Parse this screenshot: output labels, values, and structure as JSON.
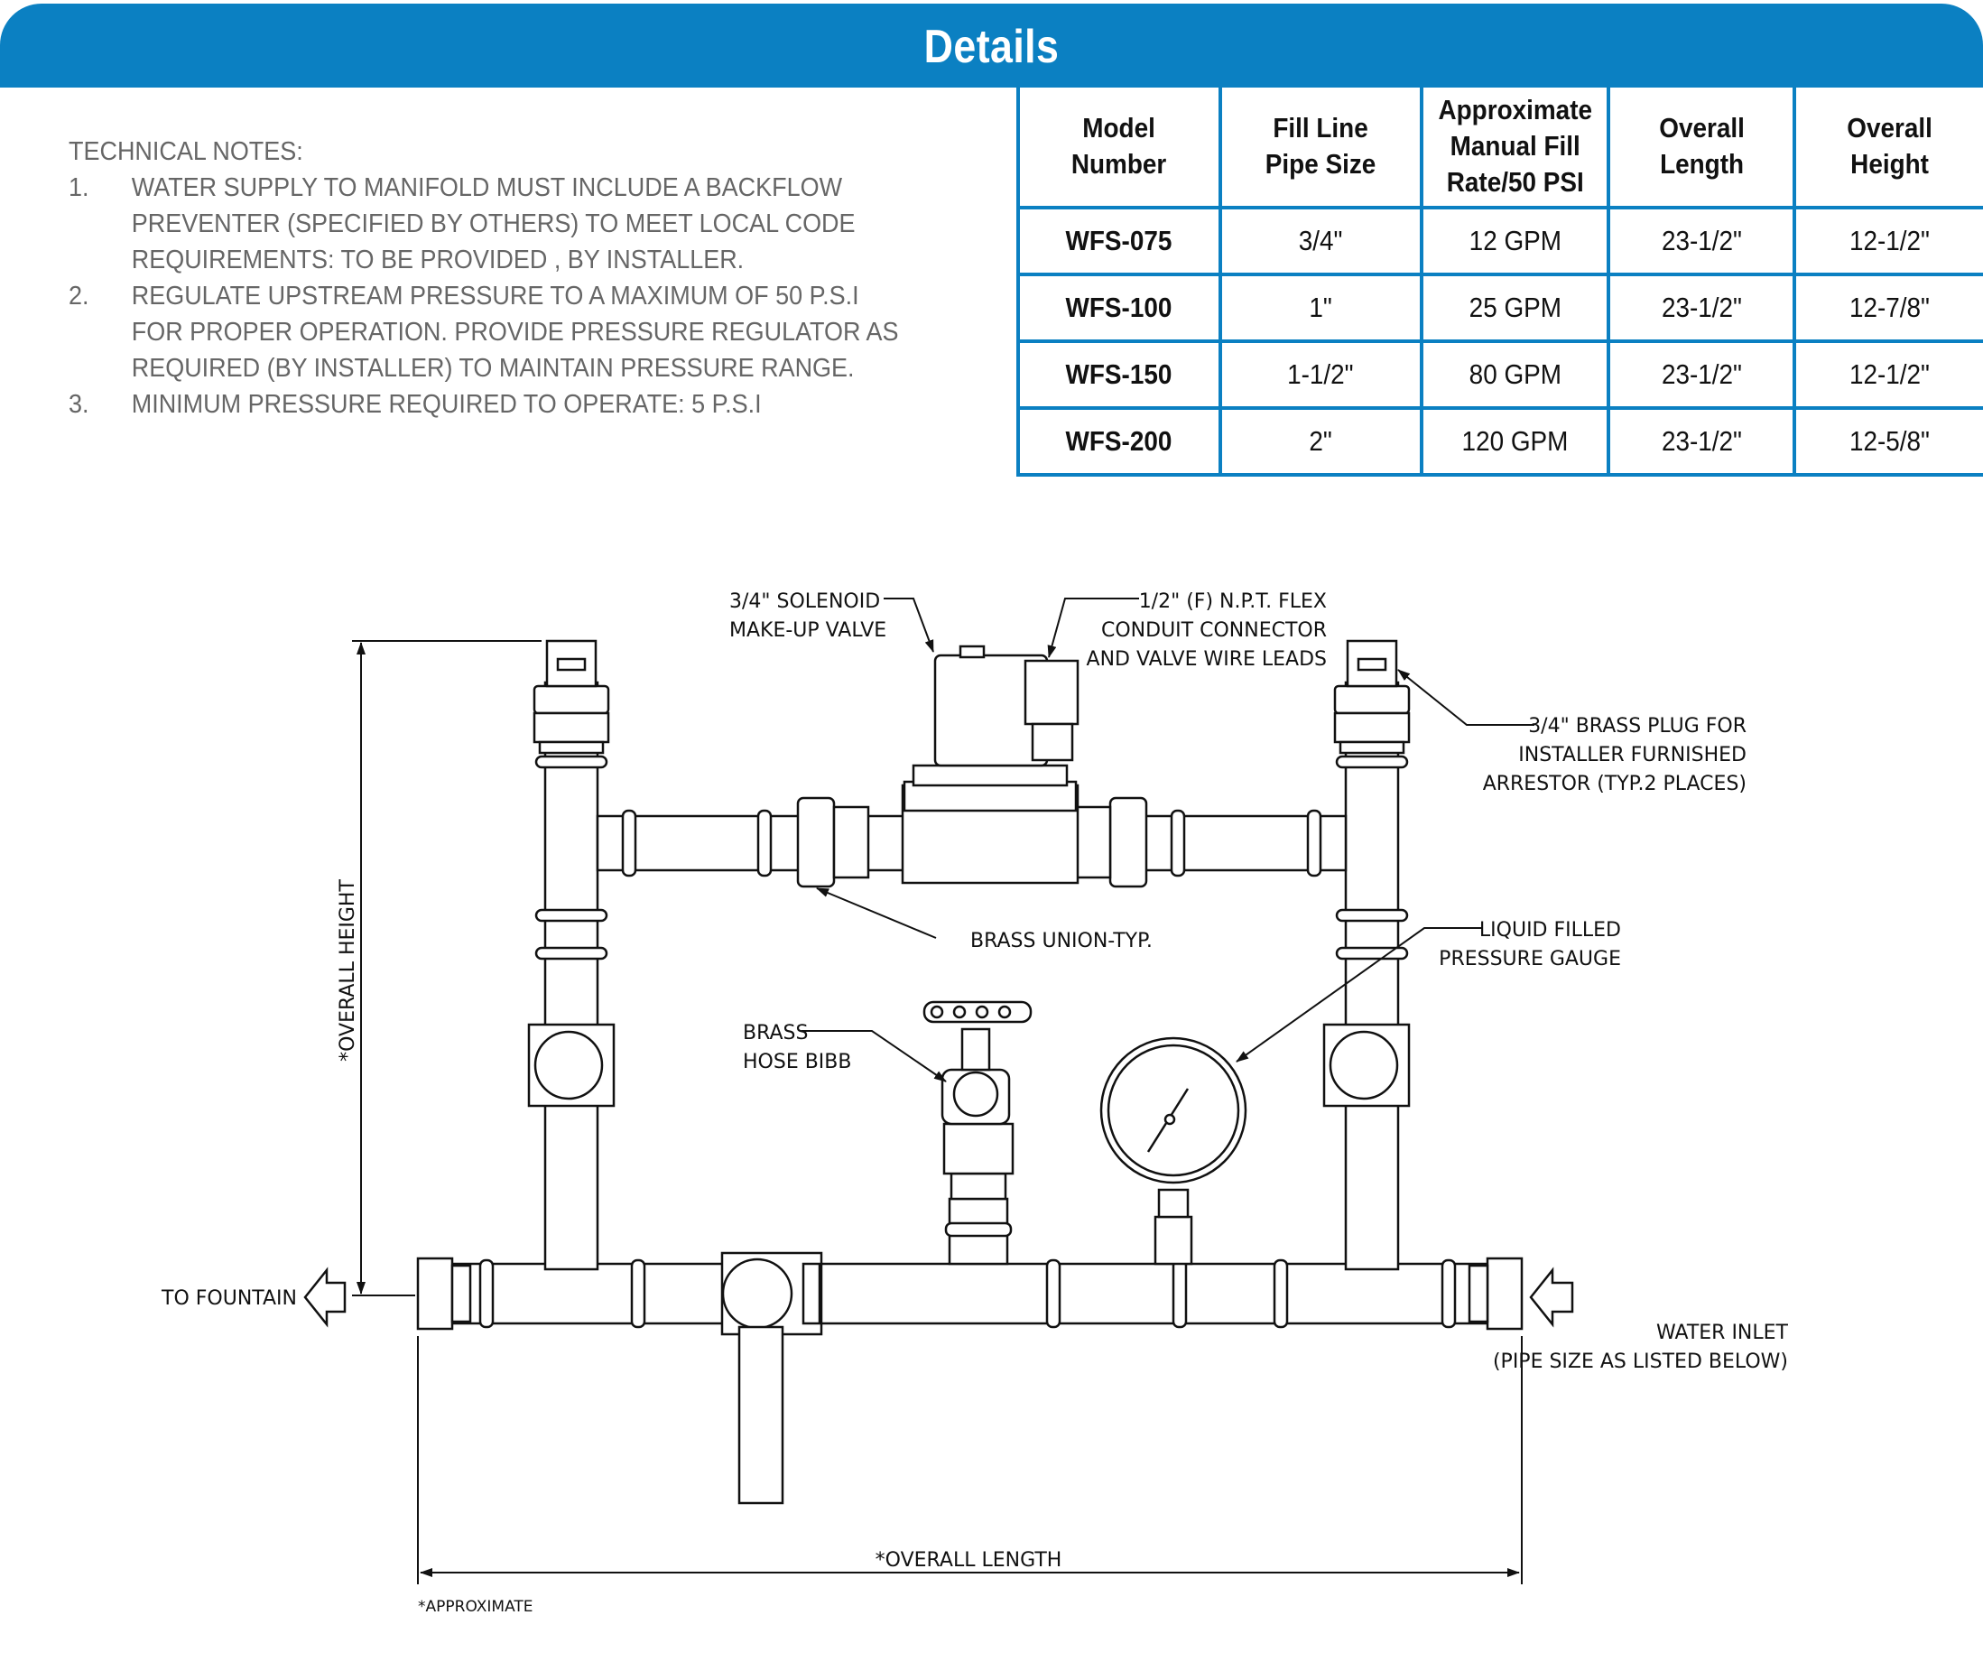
{
  "header": {
    "title": "Details"
  },
  "notes": {
    "heading": "TECHNICAL NOTES:",
    "items": [
      {
        "num": "1.",
        "text": "WATER SUPPLY TO MANIFOLD MUST INCLUDE A BACKFLOW PREVENTER (SPECIFIED BY OTHERS) TO MEET LOCAL CODE REQUIREMENTS: TO BE PROVIDED , BY INSTALLER."
      },
      {
        "num": "2.",
        "text": "REGULATE UPSTREAM PRESSURE TO A MAXIMUM OF 50 P.S.I FOR PROPER OPERATION. PROVIDE PRESSURE REGULATOR AS REQUIRED (BY INSTALLER) TO MAINTAIN PRESSURE RANGE."
      },
      {
        "num": "3.",
        "text": "MINIMUM PRESSURE REQUIRED TO OPERATE: 5 P.S.I"
      }
    ]
  },
  "table": {
    "headers": [
      [
        "Model",
        "Number"
      ],
      [
        "Fill Line",
        "Pipe Size"
      ],
      [
        "Approximate",
        "Manual Fill",
        "Rate/50 PSI"
      ],
      [
        "Overall",
        "Length"
      ],
      [
        "Overall",
        "Height"
      ]
    ],
    "rows": [
      [
        "WFS-075",
        "3/4\"",
        "12 GPM",
        "23-1/2\"",
        "12-1/2\""
      ],
      [
        "WFS-100",
        "1\"",
        "25 GPM",
        "23-1/2\"",
        "12-7/8\""
      ],
      [
        "WFS-150",
        "1-1/2\"",
        "80 GPM",
        "23-1/2\"",
        "12-1/2\""
      ],
      [
        "WFS-200",
        "2\"",
        "120 GPM",
        "23-1/2\"",
        "12-5/8\""
      ]
    ]
  },
  "diagram": {
    "labels": {
      "solenoid": [
        "3/4\" SOLENOID",
        "MAKE-UP VALVE"
      ],
      "conduit": [
        "1/2\" (F) N.P.T. FLEX",
        "CONDUIT CONNECTOR",
        "AND VALVE WIRE LEADS"
      ],
      "brass_plug": [
        "3/4\" BRASS PLUG FOR",
        "INSTALLER FURNISHED",
        "ARRESTOR (TYP.2 PLACES)"
      ],
      "brass_union": "BRASS UNION-TYP.",
      "pressure_gauge": [
        "LIQUID FILLED",
        "PRESSURE GAUGE"
      ],
      "hose_bibb": [
        "BRASS",
        "HOSE BIBB"
      ],
      "overall_height": "*OVERALL HEIGHT",
      "to_fountain": "TO FOUNTAIN",
      "water_inlet": [
        "WATER INLET",
        "(PIPE SIZE AS LISTED BELOW)"
      ],
      "overall_length": "*OVERALL LENGTH",
      "approximate": "*APPROXIMATE"
    }
  }
}
